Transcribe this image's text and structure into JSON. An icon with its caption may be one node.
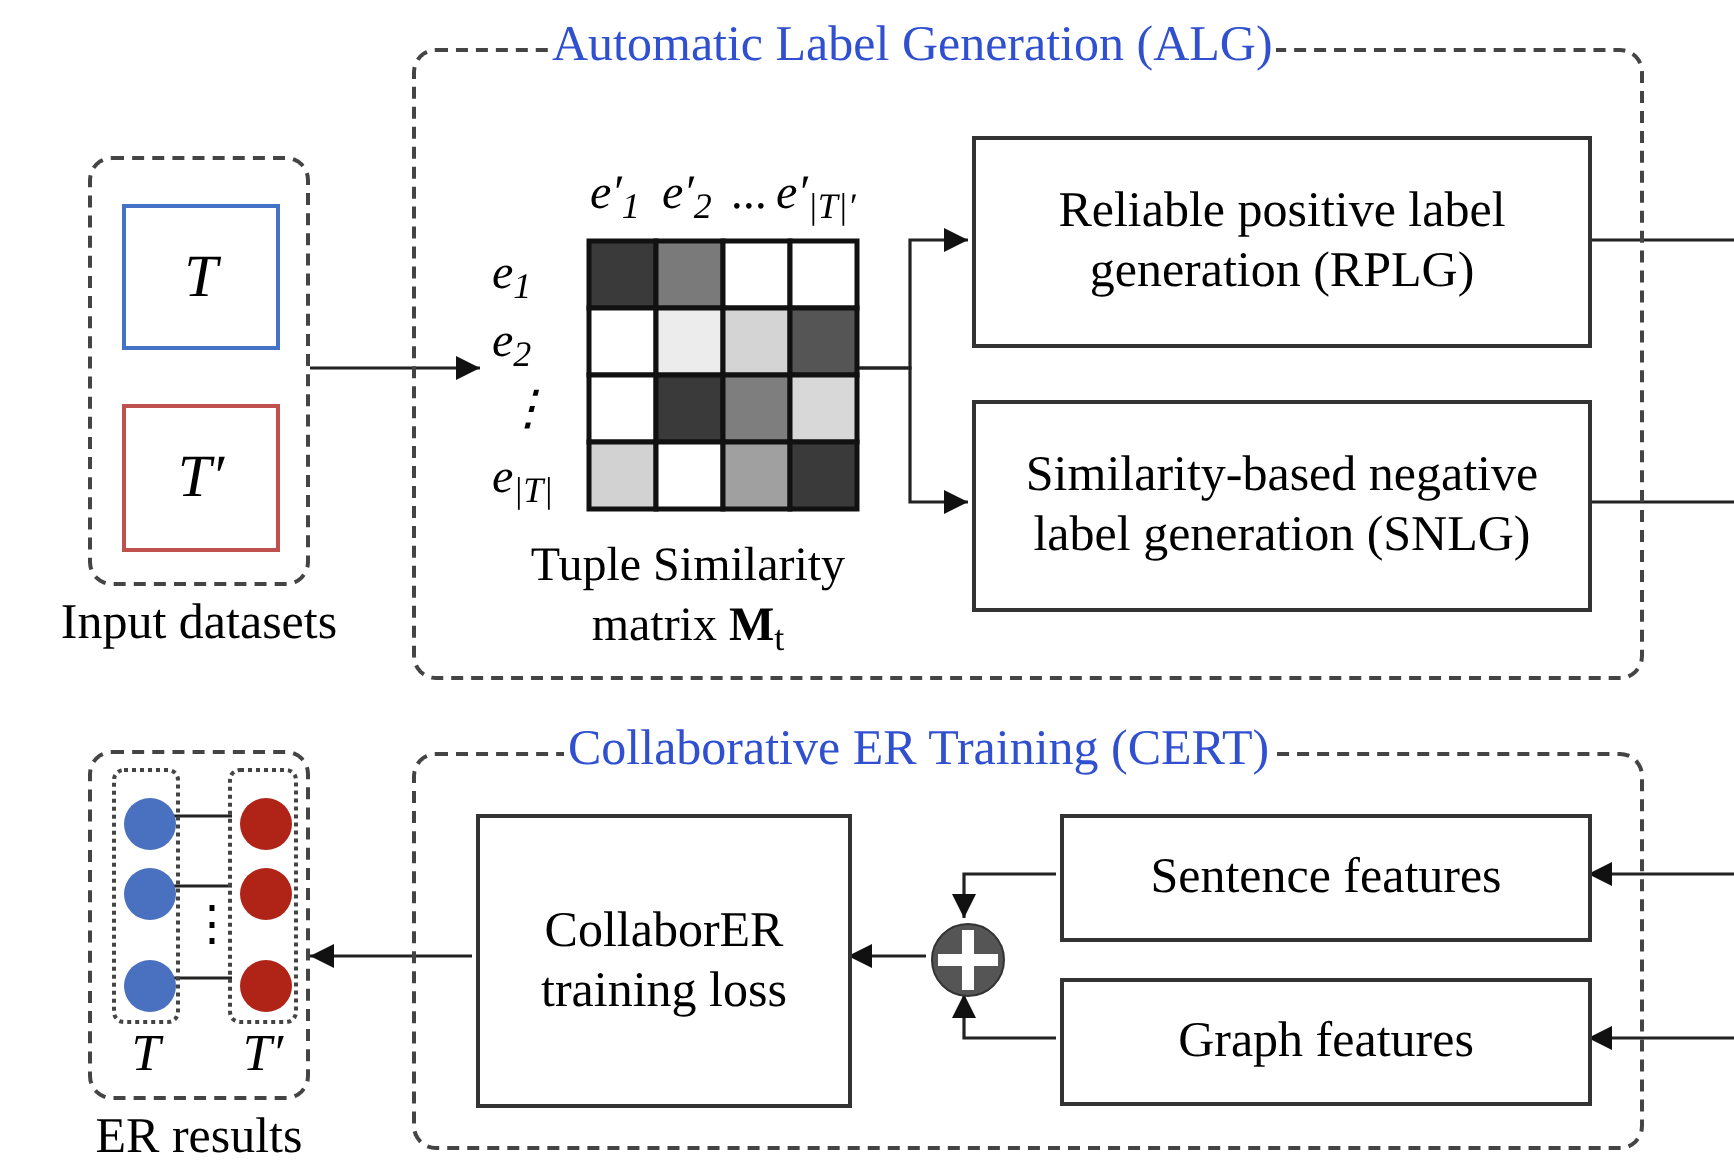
{
  "diagram": {
    "nodes": [
      {
        "text": [
          "Input datasets"
        ]
      },
      {
        "text": [
          "T"
        ],
        "in": 0
      },
      {
        "text": [
          "T′"
        ],
        "in": 0
      },
      {
        "text": [
          "Automatic Label Generation (ALG)"
        ]
      },
      {
        "text": [
          "e′$_{1}$",
          "e′$_{2}$",
          "...",
          "e′$_{|T|′}$",
          "e$_{1}$",
          "e$_{2}$",
          "⋮",
          "e$_{|T|}$"
        ],
        "in": 3,
        "beside": [
          "Tuple Similarity matrix **M**$_{t}$"
        ]
      },
      {
        "text": [
          "Reliable positive label generation (RPLG)"
        ],
        "in": 3
      },
      {
        "text": [
          "Similarity-based negative label generation (SNLG)"
        ],
        "in": 3
      },
      {
        "text": [
          "ER results"
        ]
      },
      {
        "text": [
          "T"
        ],
        "in": 7
      },
      {
        "text": [
          "T′"
        ],
        "in": 7
      },
      {
        "text": [],
        "shape": "circle",
        "in": 8
      },
      {
        "text": [],
        "shape": "circle",
        "in": 8
      },
      {
        "text": [],
        "shape": "circle",
        "in": 8
      },
      {
        "text": [],
        "shape": "circle",
        "in": 9
      },
      {
        "text": [],
        "shape": "circle",
        "in": 9
      },
      {
        "text": [],
        "shape": "circle",
        "in": 9
      },
      {
        "text": [
          "Collaborative ER Training (CERT)"
        ]
      },
      {
        "text": [
          "CollaborER training loss"
        ],
        "in": 16
      },
      {
        "text": [],
        "shape": "circle",
        "in": 16
      },
      {
        "text": [
          "Sentence features"
        ],
        "in": 16
      },
      {
        "text": [
          "Graph features"
        ],
        "in": 16
      }
    ],
    "edges": [
      {
        "from": 0,
        "to": 4,
        "arrow": "to"
      },
      {
        "from": 4,
        "to": 5,
        "arrow": "to"
      },
      {
        "from": 4,
        "to": 6,
        "arrow": "to"
      },
      {
        "from": 5,
        "to": null,
        "arrow": "none"
      },
      {
        "from": 6,
        "to": null,
        "arrow": "none"
      },
      {
        "from": null,
        "to": 19,
        "arrow": "to"
      },
      {
        "from": null,
        "to": 20,
        "arrow": "to"
      },
      {
        "from": 19,
        "to": 18,
        "arrow": "to"
      },
      {
        "from": 20,
        "to": 18,
        "arrow": "to"
      },
      {
        "from": 18,
        "to": 17,
        "arrow": "to"
      },
      {
        "from": 17,
        "to": 7,
        "arrow": "to"
      },
      {
        "from": 10,
        "to": 13,
        "arrow": "none"
      },
      {
        "from": 11,
        "to": 14,
        "arrow": "none"
      },
      {
        "from": 12,
        "to": 15,
        "arrow": "none"
      }
    ],
    "labels": [
      "⋮"
    ]
  }
}
